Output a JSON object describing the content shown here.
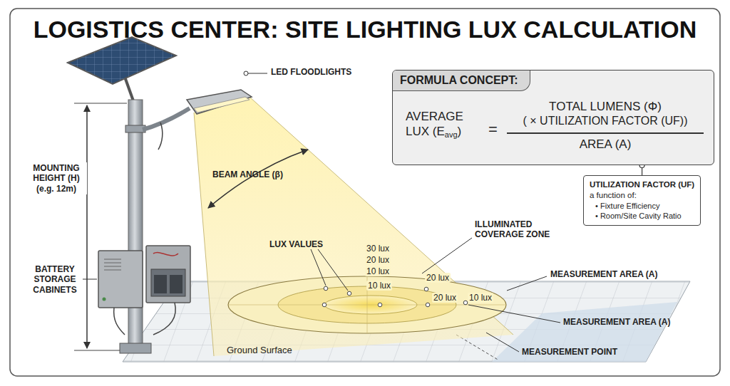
{
  "diagram": {
    "title": "LOGISTICS CENTER: SITE LIGHTING LUX CALCULATION",
    "nodes": [
      {
        "text": [
          "FORMULA CONCEPT:",
          "AVERAGE LUX (E",
          "avg",
          ")",
          "=",
          "TOTAL LUMENS (Φ)",
          "( × UTILIZATION FACTOR (UF))",
          "AREA (A)"
        ]
      },
      {
        "text": [
          "UTILIZATION FACTOR (UF)",
          "a function of:",
          "• Fixture Efficiency",
          "• Room/Site Cavity Ratio"
        ]
      }
    ],
    "edges": [
      {
        "from": 0,
        "to": 1,
        "arrow": "none"
      }
    ],
    "labels": [
      "LED FLOODLIGHTS",
      "BEAM ANGLE (β)",
      "MOUNTING HEIGHT (H) (e.g. 12m)",
      "BATTERY STORAGE CABINETS",
      "LUX VALUES",
      "30 lux",
      "20 lux",
      "10 lux",
      "10 lux",
      "20 lux",
      "20 lux",
      "10 lux",
      "ILLUMINATED COVERAGE ZONE",
      "MEASUREMENT AREA (A)",
      "MEASUREMENT AREA (A)",
      "MEASUREMENT POINT",
      "Ground Surface"
    ]
  }
}
